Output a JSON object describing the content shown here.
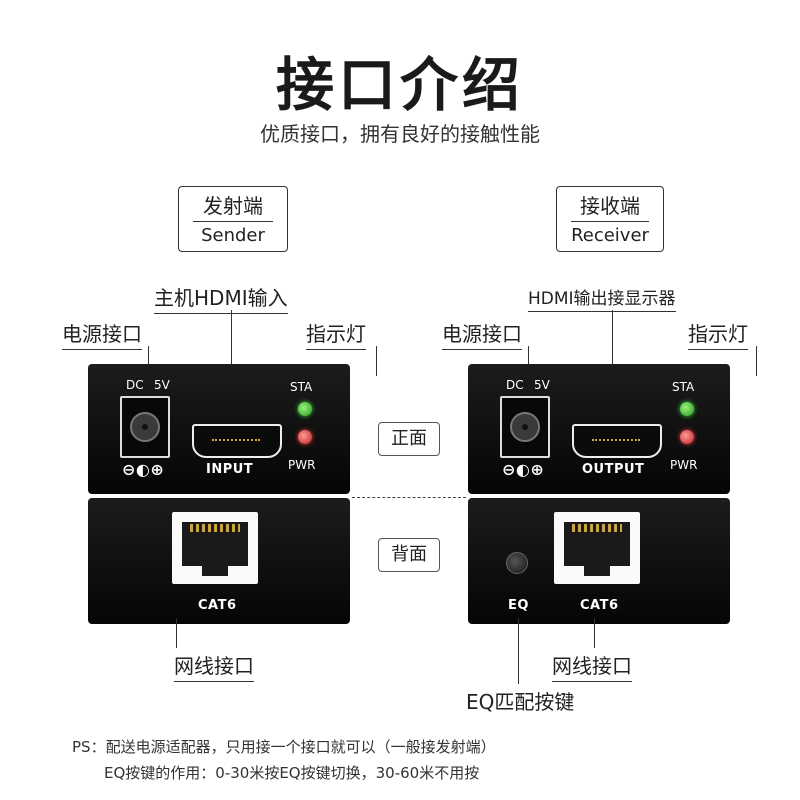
{
  "title": "接口介绍",
  "subtitle": "优质接口，拥有良好的接触性能",
  "sender": {
    "name_cn": "发射端",
    "name_en": "Sender",
    "hdmi_label": "主机HDMI输入",
    "power_label": "电源接口",
    "indicator_label": "指示灯",
    "dc_text": "DC",
    "volt_text": "5V",
    "polarity_icon_text": "⊖◐⊕",
    "hdmi_port_text": "INPUT",
    "sta_text": "STA",
    "pwr_text": "PWR",
    "cat_text": "CAT6",
    "net_label": "网线接口"
  },
  "receiver": {
    "name_cn": "接收端",
    "name_en": "Receiver",
    "hdmi_label": "HDMI输出接显示器",
    "power_label": "电源接口",
    "indicator_label": "指示灯",
    "dc_text": "DC",
    "volt_text": "5V",
    "polarity_icon_text": "⊖◐⊕",
    "hdmi_port_text": "OUTPUT",
    "sta_text": "STA",
    "pwr_text": "PWR",
    "eq_text": "EQ",
    "cat_text": "CAT6",
    "net_label": "网线接口",
    "eq_label": "EQ匹配按键"
  },
  "side_front": "正面",
  "side_back": "背面",
  "notes": {
    "line1": "PS：配送电源适配器，只用接一个接口就可以（一般接发射端）",
    "line2": "EQ按键的作用：0-30米按EQ按键切换，30-60米不用按"
  }
}
